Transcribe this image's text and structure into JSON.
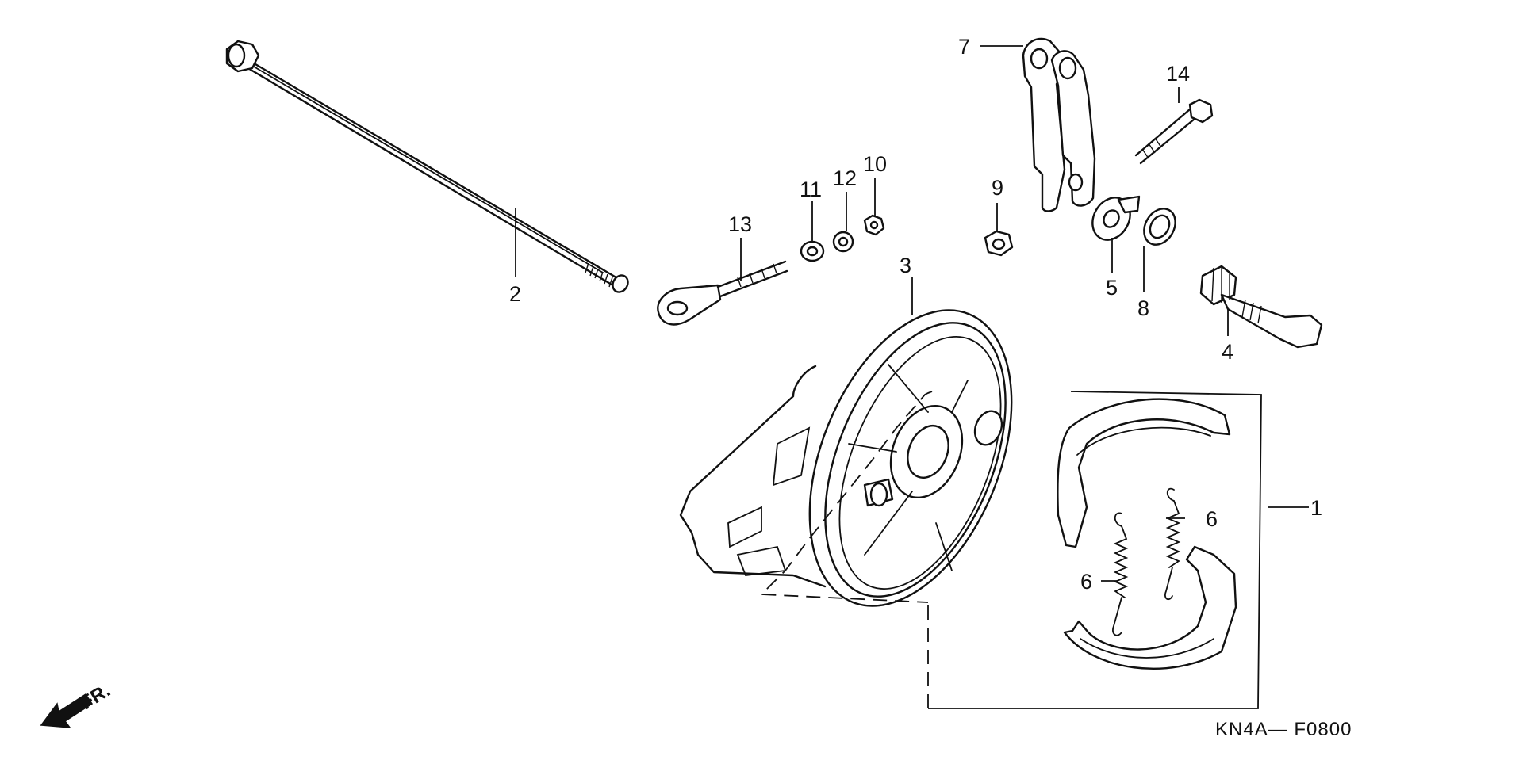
{
  "diagram": {
    "diagram_code": "KN4A— F0800",
    "direction_label": "FR.",
    "callouts": [
      "1",
      "2",
      "3",
      "4",
      "5",
      "6",
      "6",
      "7",
      "8",
      "9",
      "10",
      "11",
      "12",
      "13",
      "14"
    ]
  }
}
